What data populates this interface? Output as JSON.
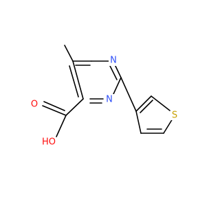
{
  "atoms": {
    "n1": {
      "label": "N",
      "color": "#3050F8"
    },
    "n3": {
      "label": "N",
      "color": "#3050F8"
    },
    "o_carbonyl": {
      "label": "O",
      "color": "#FF0D0D"
    },
    "o_hydroxyl": {
      "label": "HO",
      "color": "#FF0D0D"
    },
    "s_thiophene": {
      "label": "S",
      "color": "#C8A000"
    }
  },
  "colors": {
    "bond": "#000000",
    "background": "#ffffff"
  }
}
